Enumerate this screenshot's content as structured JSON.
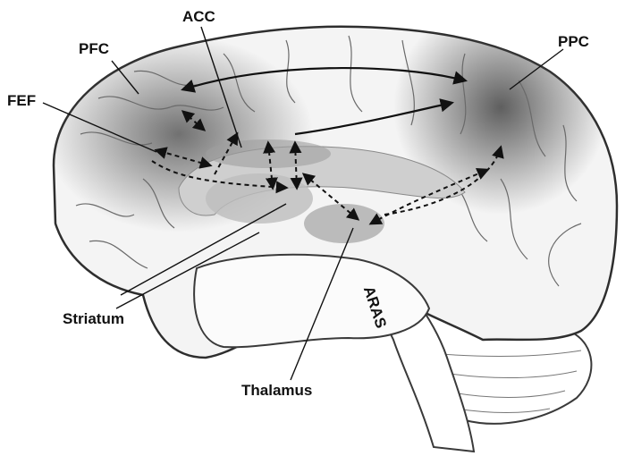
{
  "labels": {
    "acc": "ACC",
    "pfc": "PFC",
    "ppc": "PPC",
    "fef": "FEF",
    "striatum": "Striatum",
    "thalamus": "Thalamus",
    "aras": "ARAS"
  },
  "colors": {
    "outline": "#3a3a3a",
    "shade": "#6e6e6e",
    "subcortical": "#bdbdbd",
    "arrow": "#111111"
  }
}
